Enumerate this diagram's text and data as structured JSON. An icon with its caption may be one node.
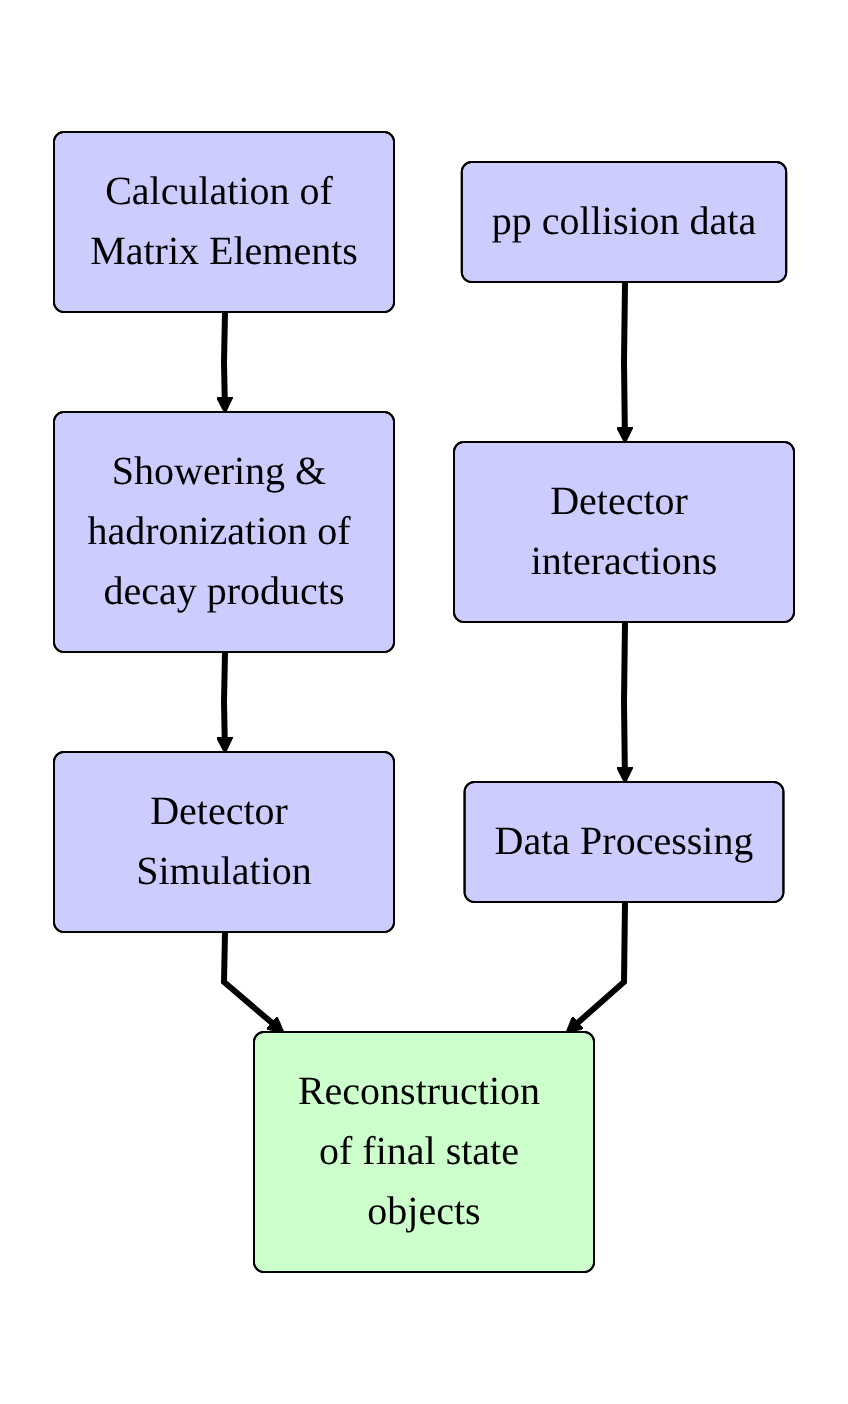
{
  "diagram": {
    "nodes": [
      {
        "text": [
          "Calculation of Matrix Elements"
        ]
      },
      {
        "text": [
          "pp collision data"
        ]
      },
      {
        "text": [
          "Showering & hadronization of decay products"
        ]
      },
      {
        "text": [
          "Detector interactions"
        ]
      },
      {
        "text": [
          "Detector Simulation"
        ]
      },
      {
        "text": [
          "Data Processing"
        ]
      },
      {
        "text": [
          "Reconstruction of final state objects"
        ]
      }
    ],
    "edges": [
      {
        "from": 0,
        "to": 2,
        "arrow": "to"
      },
      {
        "from": 1,
        "to": 3,
        "arrow": "to"
      },
      {
        "from": 2,
        "to": 4,
        "arrow": "to"
      },
      {
        "from": 3,
        "to": 5,
        "arrow": "to"
      },
      {
        "from": 4,
        "to": 6,
        "arrow": "to"
      },
      {
        "from": 5,
        "to": 6,
        "arrow": "to"
      }
    ]
  }
}
